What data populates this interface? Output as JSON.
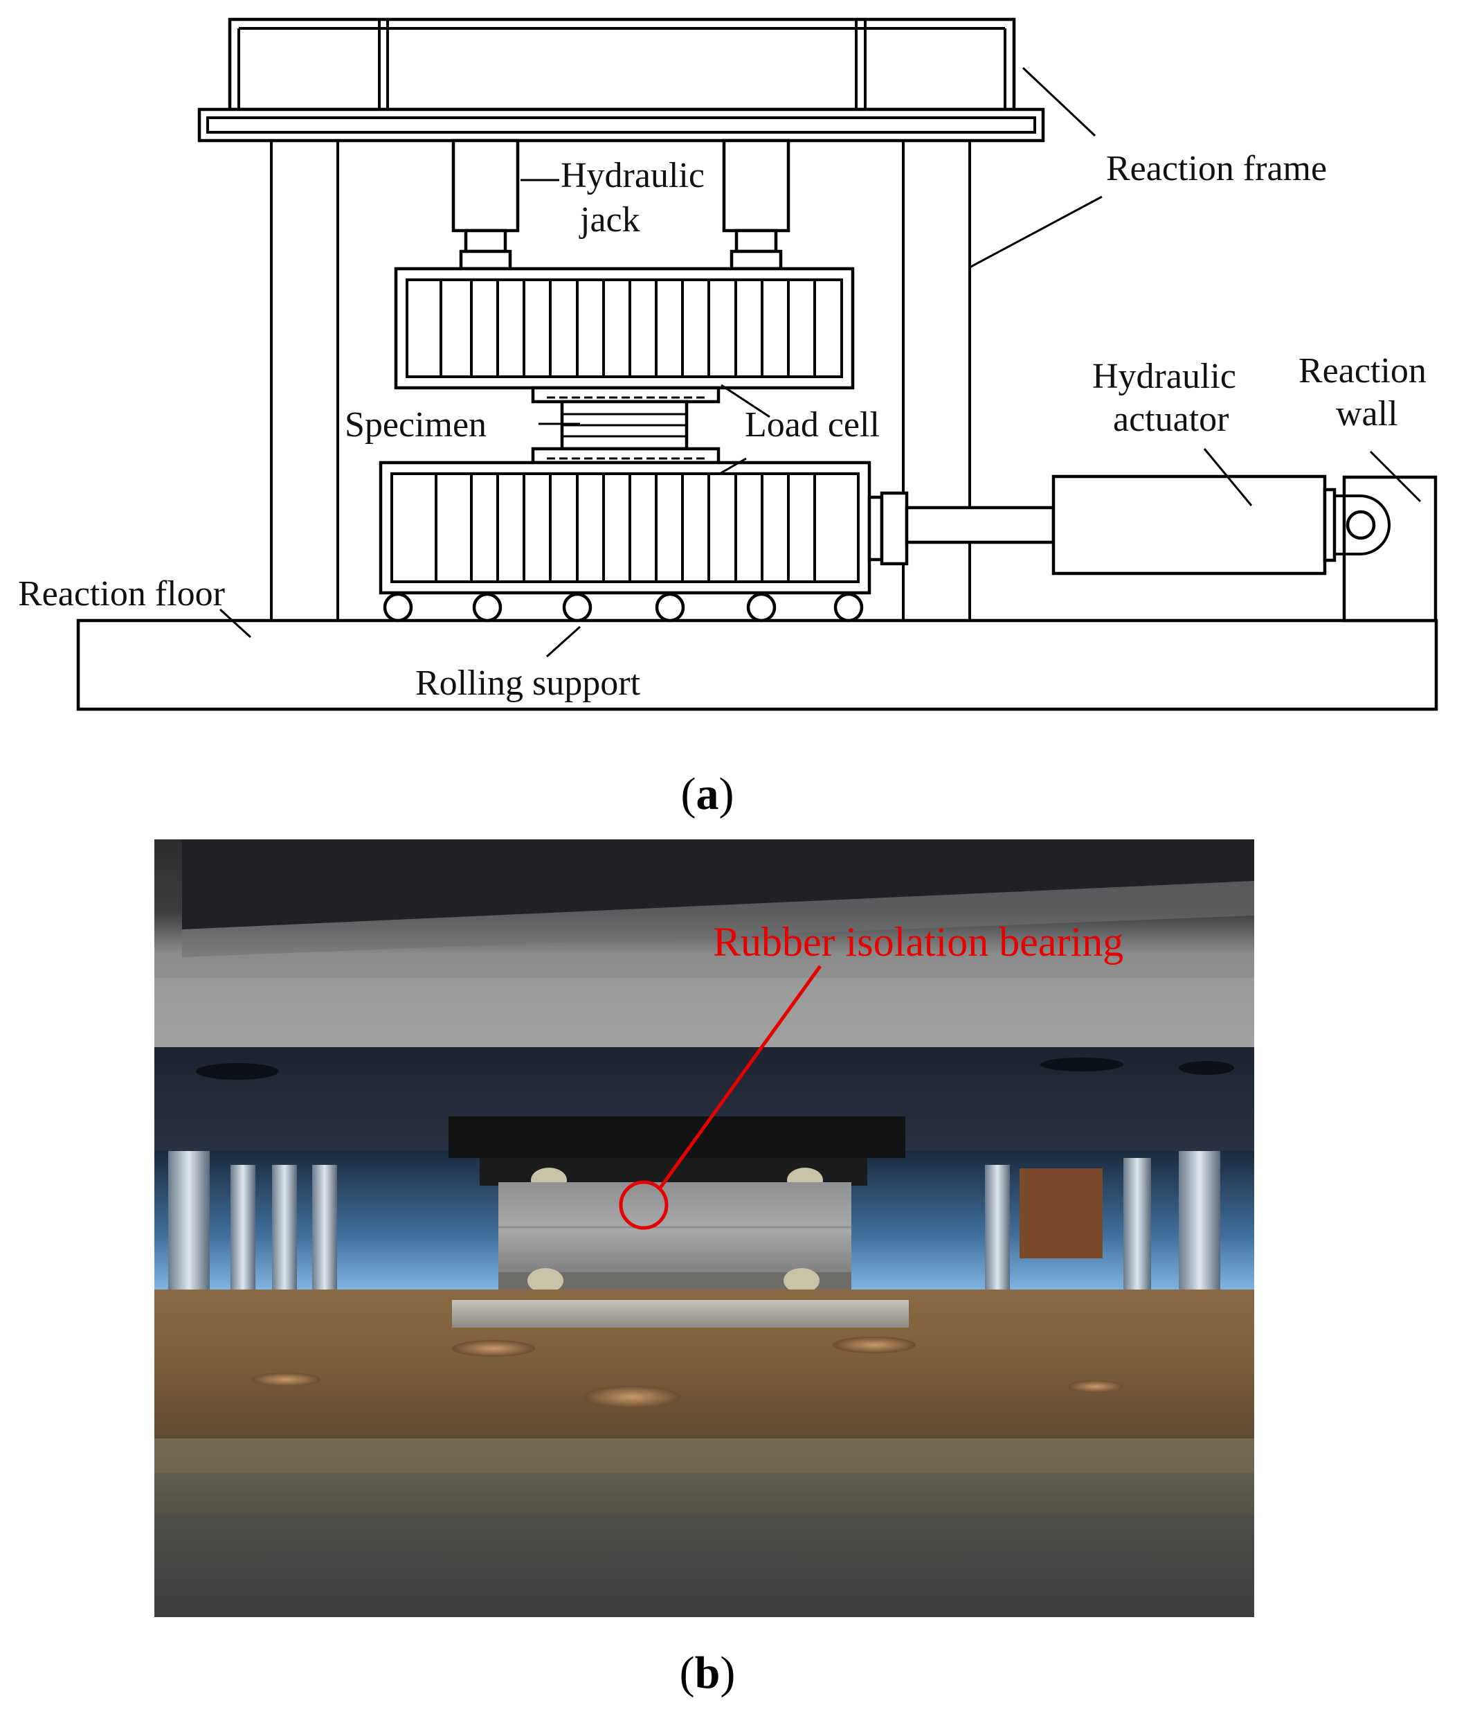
{
  "panel_a": {
    "labels": {
      "reaction_frame": "Reaction frame",
      "hydraulic_jack_line1": "Hydraulic",
      "hydraulic_jack_line2": "jack",
      "specimen": "Specimen",
      "load_cell": "Load cell",
      "hydraulic_actuator_line1": "Hydraulic",
      "hydraulic_actuator_line2": "actuator",
      "reaction_wall_line1": "Reaction",
      "reaction_wall_line2": "wall",
      "reaction_floor": "Reaction floor",
      "rolling_support": "Rolling support"
    },
    "caption_open": "(",
    "caption_letter": "a",
    "caption_close": ")"
  },
  "panel_b": {
    "annotation": "Rubber isolation bearing",
    "annotation_color": "#e60000",
    "caption_open": "(",
    "caption_letter": "b",
    "caption_close": ")"
  }
}
